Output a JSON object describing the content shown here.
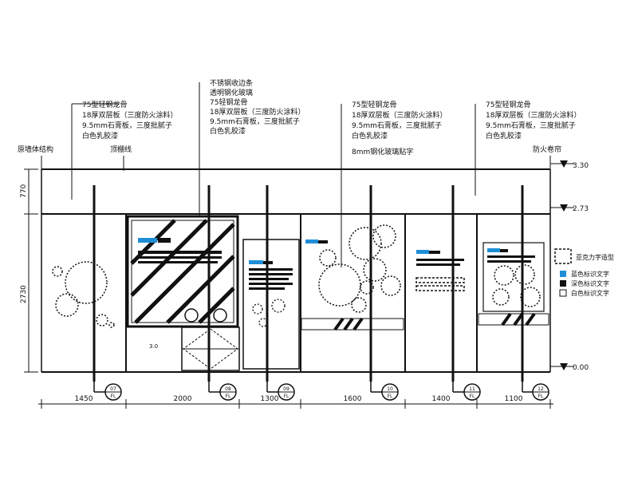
{
  "elevations": [
    "3.30",
    "2.73",
    "0.00"
  ],
  "vertical_dims": [
    "770",
    "2730"
  ],
  "horizontal_dims": [
    "1450",
    "2000",
    "1300",
    "1600",
    "1400",
    "1100"
  ],
  "callouts": [
    {
      "lines": [
        "75型轻钢龙骨",
        "18厚双层板（三度防火涂料）",
        "9.5mm石膏板，三度批腻子",
        "白色乳胶漆"
      ]
    },
    {
      "lines": [
        "不锈钢收边条",
        "透明钢化玻璃",
        "75轻钢龙骨",
        "18厚双层板（三度防火涂料）",
        "9.5mm石膏板，三度批腻子",
        "白色乳胶漆"
      ]
    },
    {
      "lines": [
        "75型轻钢龙骨",
        "18厚双层板（三度防火涂料）",
        "9.5mm石膏板，三度批腻子",
        "白色乳胶漆"
      ]
    },
    {
      "lines": [
        "75型轻钢龙骨",
        "18厚双层板（三度防火涂料）",
        "9.5mm石膏板，三度批腻子",
        "白色乳胶漆"
      ]
    }
  ],
  "extra_callout": "8mm钢化玻璃贴字",
  "side_labels": {
    "left1": "原墙体结构",
    "left2": "顶棚线",
    "right": "防火卷帘"
  },
  "legend": [
    {
      "label": "亚克力字造型",
      "color": "#111111"
    },
    {
      "label": "蓝色标识文字",
      "color": "#1e8fd6"
    },
    {
      "label": "深色标识文字",
      "color": "#111111"
    },
    {
      "label": "白色标识文字",
      "color": "#111111"
    }
  ],
  "section_markers": [
    {
      "top": "07",
      "bottom": "FL"
    },
    {
      "top": "08",
      "bottom": "FL"
    },
    {
      "top": "09",
      "bottom": "FL"
    },
    {
      "top": "10",
      "bottom": "FL"
    },
    {
      "top": "11",
      "bottom": "FL"
    },
    {
      "top": "12",
      "bottom": "FL"
    }
  ],
  "colors": {
    "ink": "#111111",
    "accent": "#1e8fd6"
  }
}
